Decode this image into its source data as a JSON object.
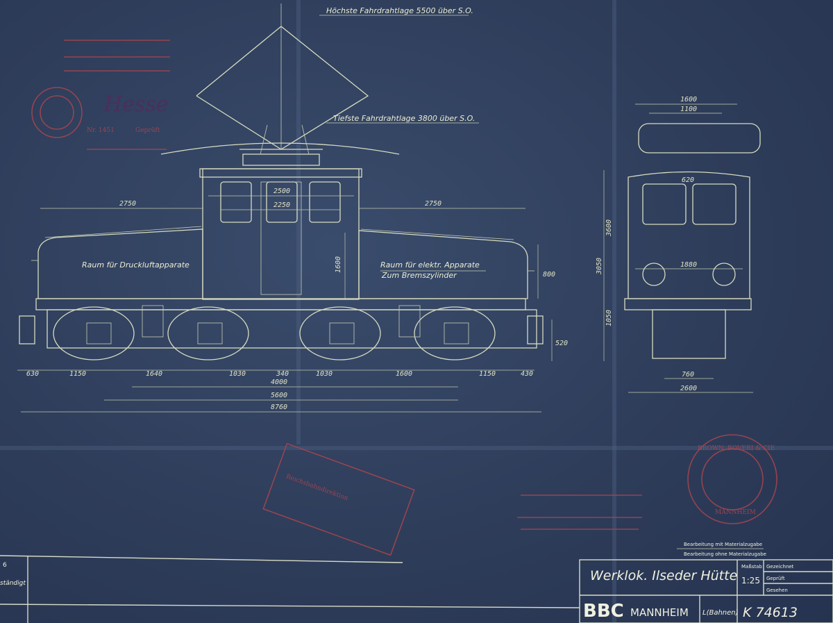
{
  "drawing": {
    "title": "Werklok. Ilseder Hütte",
    "scale_label": "Maßstab",
    "scale": "1:25",
    "maker": "BBC",
    "maker_city": "MANNHEIM",
    "drawing_number": "K 74613",
    "drawn_label": "L(Bahnen)",
    "revision_labels": [
      "Bearbeitung mit Materialzugabe",
      "Bearbeitung ohne Materialzugabe"
    ],
    "signoff_labels": [
      "Gezeichnet",
      "Geprüft",
      "Gesehen"
    ],
    "left_margin_texts": [
      "6",
      "ständigt"
    ],
    "annotations": {
      "max_wire": "Höchste Fahrdrahtlage 5500 über S.O.",
      "min_wire": "Tiefste Fahrdrahtlage 3800 über S.O.",
      "compressed_air": "Raum für Druckluftapparate",
      "electrical": "Raum für elektr. Apparate",
      "brake_cylinder": "Zum Bremszylinder"
    },
    "side_dims": {
      "hood_left": "2750",
      "hood_right": "2750",
      "cab_outer": "2500",
      "cab_inner": "2250",
      "hood_height": "1600",
      "buffer_height": "800",
      "bottom_clear": "520",
      "overall_height": "3050",
      "wheel_height": "1050"
    },
    "bottom_dims": [
      "630",
      "1150",
      "1640",
      "1030",
      "340",
      "1030",
      "1600",
      "1150",
      "430"
    ],
    "overall_dims": [
      "4000",
      "5600",
      "8760"
    ],
    "end_dims": [
      "1600",
      "1100",
      "620",
      "1880",
      "760",
      "2600",
      "3600"
    ],
    "stamps": [
      "Hesse",
      "Nr. 1451",
      "Geprüft",
      "BROWN, BOVERI & CIE",
      "MANNHEIM",
      "Reichsbahndirektion"
    ]
  },
  "colors": {
    "paper": "#2f3f5c",
    "line": "#d8dcc0",
    "stamp": "#a8454f"
  }
}
